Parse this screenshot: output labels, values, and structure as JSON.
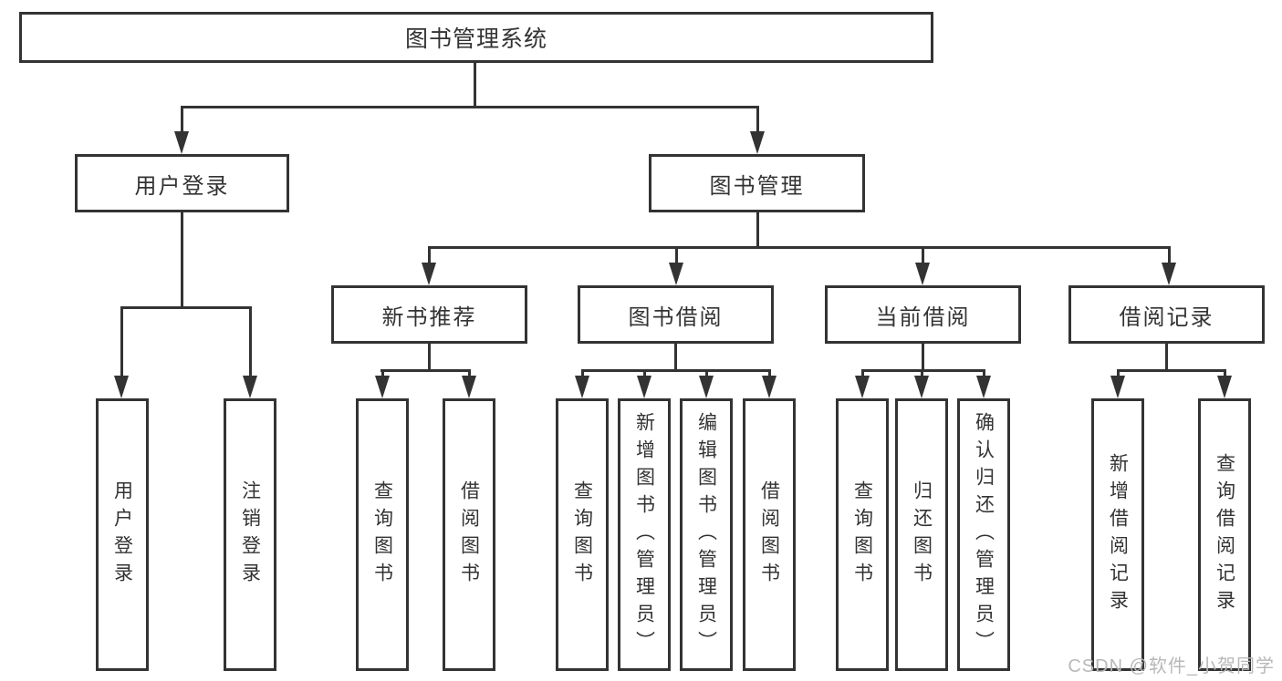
{
  "diagram": {
    "root": {
      "label": "图书管理系统"
    },
    "level2": [
      {
        "label": "用户登录"
      },
      {
        "label": "图书管理"
      }
    ],
    "level3": [
      {
        "label": "新书推荐"
      },
      {
        "label": "图书借阅"
      },
      {
        "label": "当前借阅"
      },
      {
        "label": "借阅记录"
      }
    ],
    "leaves": {
      "user_login": [
        "用户登录",
        "注销登录"
      ],
      "new_book": [
        "查询图书",
        "借阅图书"
      ],
      "book_borrow": [
        "查询图书",
        "新增图书（管理员）",
        "编辑图书（管理员）",
        "借阅图书"
      ],
      "current_borrow": [
        "查询图书",
        "归还图书",
        "确认归还（管理员）"
      ],
      "borrow_record": [
        "新增借阅记录",
        "查询借阅记录"
      ]
    }
  },
  "watermark": {
    "text": "CSDN @软件_小贺同学"
  },
  "colors": {
    "line": "#333333",
    "text": "#333333",
    "watermark": "#b8b8b8",
    "background": "#ffffff"
  }
}
